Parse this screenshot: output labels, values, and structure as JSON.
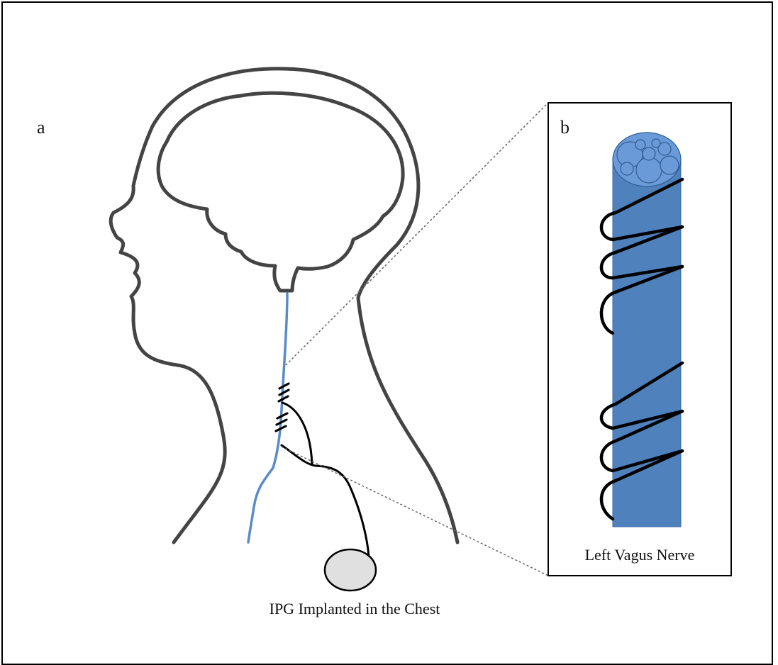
{
  "panel_a": {
    "label": "a",
    "caption": "IPG Implanted in the Chest"
  },
  "panel_b": {
    "label": "b",
    "caption": "Left Vagus Nerve"
  },
  "colors": {
    "outline": "#444444",
    "nerve": "#4F81BD",
    "nerve_light": "#6A9BD8",
    "lead": "#000000",
    "ipg_fill": "#E0E0E0"
  },
  "icons": [
    "head-outline",
    "brain-outline",
    "vagus-nerve",
    "electrode-coil",
    "ipg-device",
    "zoom-lines"
  ]
}
